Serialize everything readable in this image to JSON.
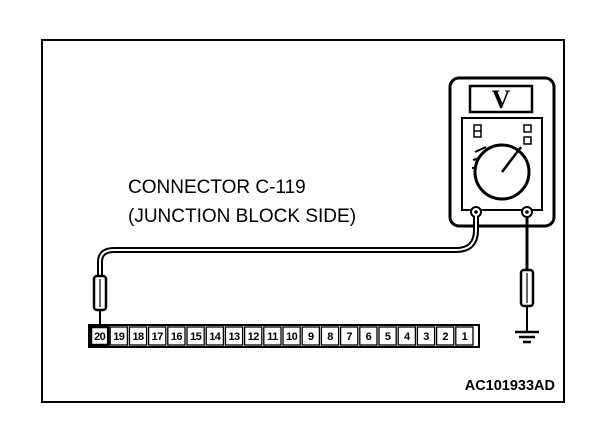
{
  "connector_label": {
    "line1": "CONNECTOR C-119",
    "line2": "(JUNCTION BLOCK SIDE)"
  },
  "meter": {
    "display_symbol": "V"
  },
  "connector": {
    "pins": [
      "20",
      "19",
      "18",
      "17",
      "16",
      "15",
      "14",
      "13",
      "12",
      "11",
      "10",
      "9",
      "8",
      "7",
      "6",
      "5",
      "4",
      "3",
      "2",
      "1"
    ],
    "probed_pin": "20"
  },
  "figure_code": "AC101933AD"
}
